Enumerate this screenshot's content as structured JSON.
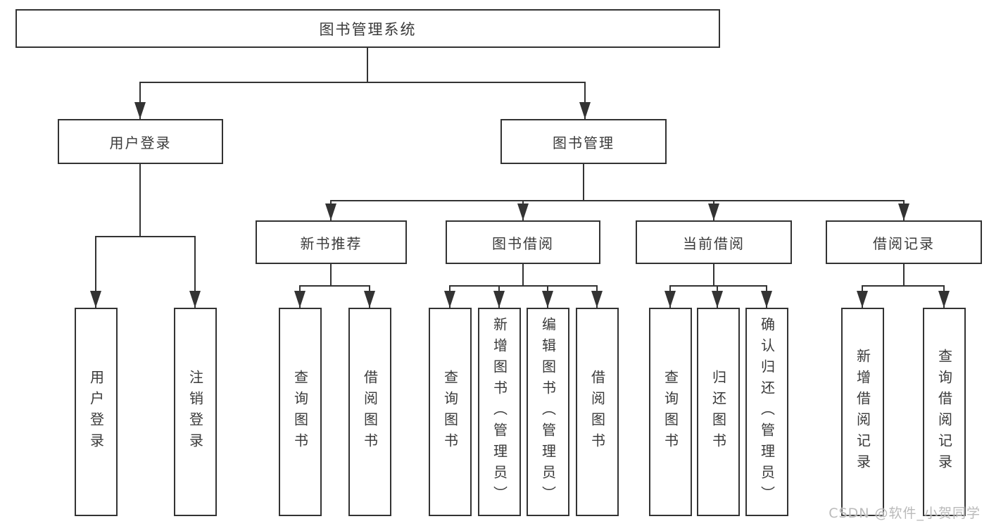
{
  "tree": {
    "root": {
      "label": "图书管理系统",
      "children": [
        {
          "label": "用户登录",
          "children": [
            {
              "label": "用户登录"
            },
            {
              "label": "注销登录"
            }
          ]
        },
        {
          "label": "图书管理",
          "children": [
            {
              "label": "新书推荐",
              "children": [
                {
                  "label": "查询图书"
                },
                {
                  "label": "借阅图书"
                }
              ]
            },
            {
              "label": "图书借阅",
              "children": [
                {
                  "label": "查询图书"
                },
                {
                  "label": "新增图书（管理员）"
                },
                {
                  "label": "编辑图书（管理员）"
                },
                {
                  "label": "借阅图书"
                }
              ]
            },
            {
              "label": "当前借阅",
              "children": [
                {
                  "label": "查询图书"
                },
                {
                  "label": "归还图书"
                },
                {
                  "label": "确认归还（管理员）"
                }
              ]
            },
            {
              "label": "借阅记录",
              "children": [
                {
                  "label": "新增借阅记录"
                },
                {
                  "label": "查询借阅记录"
                }
              ]
            }
          ]
        }
      ]
    }
  },
  "watermark": {
    "text": "CSDN @软件_小贺同学"
  },
  "colors": {
    "line": "#333333",
    "box_border": "#333333",
    "text": "#3a3a3a",
    "background": "#ffffff",
    "watermark": "#b0b0b0"
  }
}
